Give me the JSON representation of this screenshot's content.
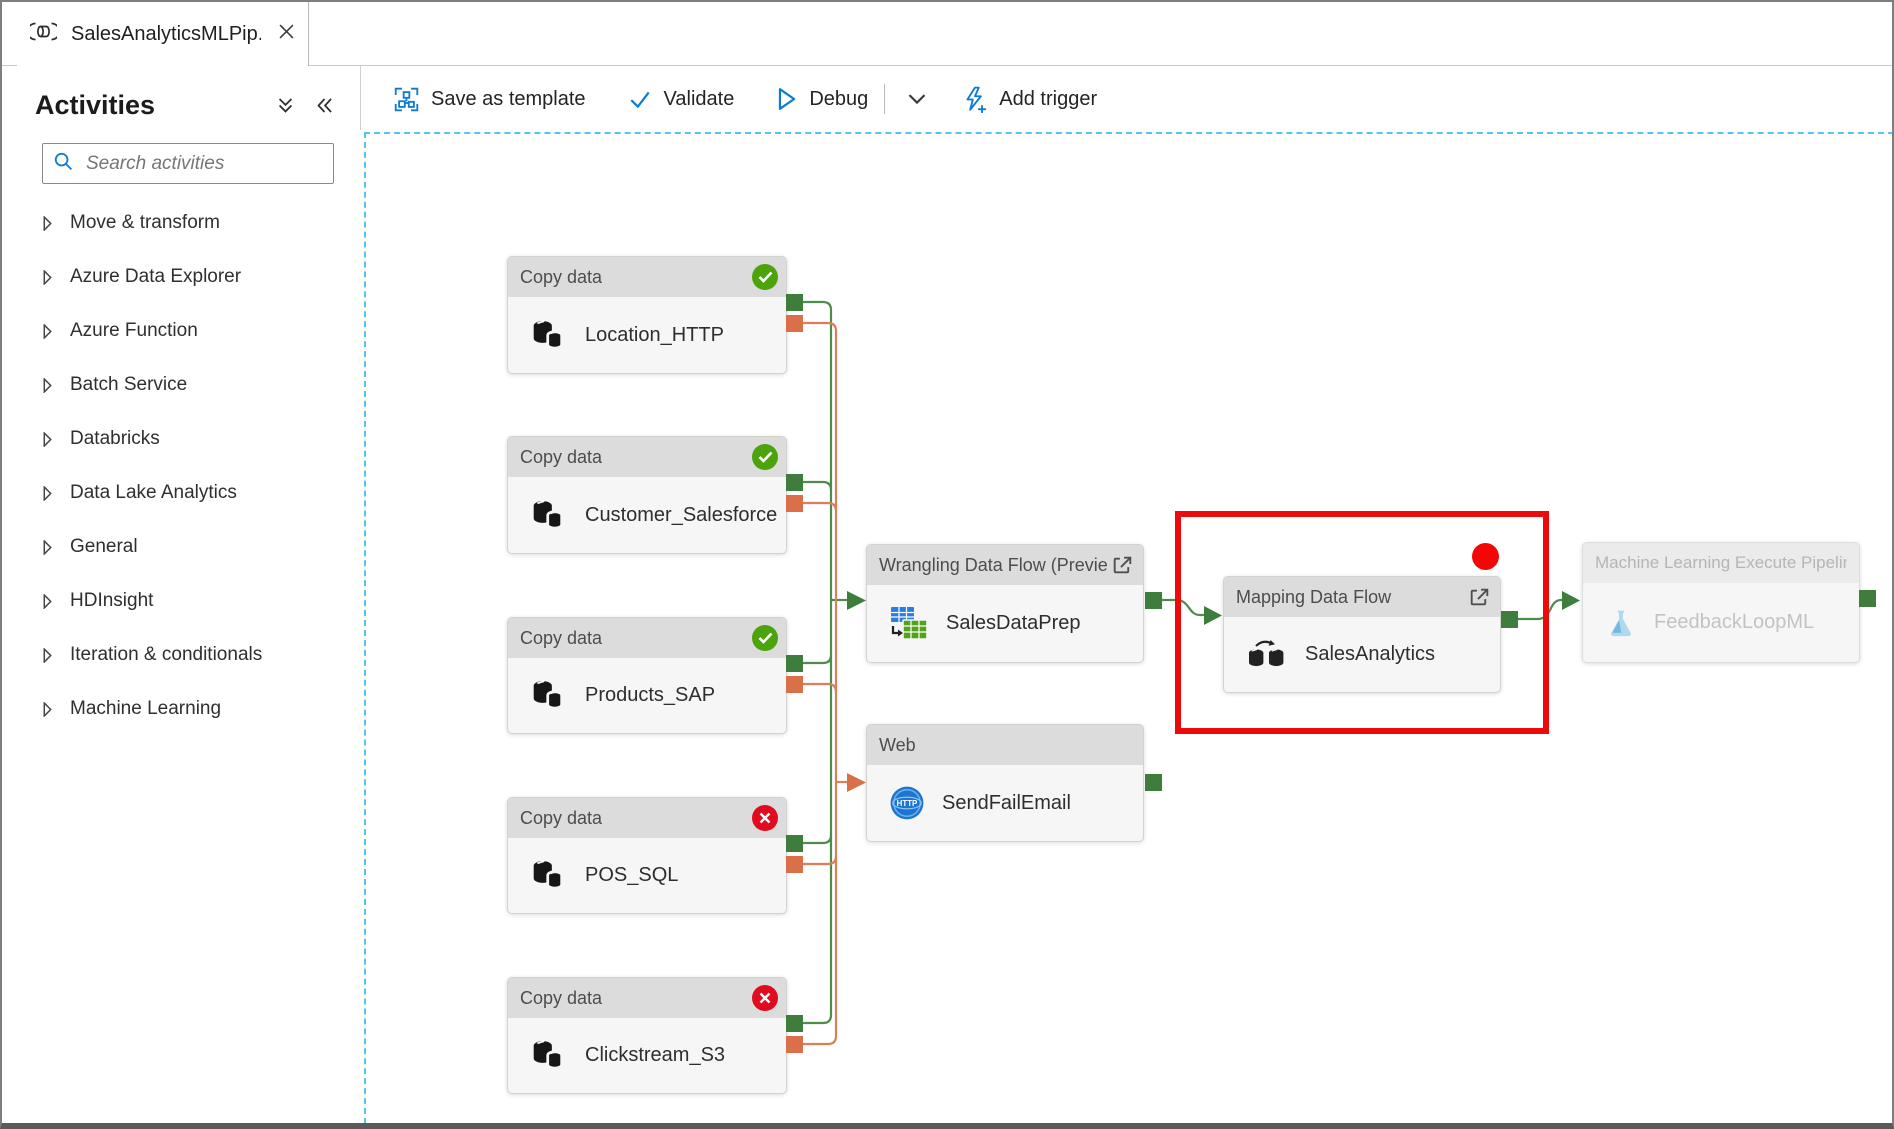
{
  "tab": {
    "title": "SalesAnalyticsMLPip...",
    "close_label": "✕"
  },
  "sidebar": {
    "title": "Activities",
    "search_placeholder": "Search activities",
    "items": [
      {
        "label": "Move & transform"
      },
      {
        "label": "Azure Data Explorer"
      },
      {
        "label": "Azure Function"
      },
      {
        "label": "Batch Service"
      },
      {
        "label": "Databricks"
      },
      {
        "label": "Data Lake Analytics"
      },
      {
        "label": "General"
      },
      {
        "label": "HDInsight"
      },
      {
        "label": "Iteration & conditionals"
      },
      {
        "label": "Machine Learning"
      }
    ]
  },
  "toolbar": {
    "items": [
      {
        "label": "Save as template"
      },
      {
        "label": "Validate"
      },
      {
        "label": "Debug"
      },
      {
        "label": "Add trigger"
      }
    ]
  },
  "canvas": {
    "nodes": [
      {
        "header": "Copy data",
        "name": "Location_HTTP",
        "status": "success"
      },
      {
        "header": "Copy data",
        "name": "Customer_Salesforce",
        "status": "success"
      },
      {
        "header": "Copy data",
        "name": "Products_SAP",
        "status": "success"
      },
      {
        "header": "Copy data",
        "name": "POS_SQL",
        "status": "error"
      },
      {
        "header": "Copy data",
        "name": "Clickstream_S3",
        "status": "error"
      },
      {
        "header": "Wrangling Data Flow (Preview",
        "name": "SalesDataPrep",
        "status": "none"
      },
      {
        "header": "Web",
        "name": "SendFailEmail",
        "status": "none"
      },
      {
        "header": "Mapping Data Flow",
        "name": "SalesAnalytics",
        "status": "none"
      },
      {
        "header": "Machine Learning Execute Pipeline",
        "name": "FeedbackLoopML",
        "status": "disabled"
      }
    ]
  },
  "colors": {
    "accent_blue": "#0b7bd6",
    "success_badge": "#4ca30b",
    "error_badge": "#e00b1e",
    "connector_success": "#3e7d3c",
    "connector_failure": "#d9704a",
    "wire_success": "#4e8c4a",
    "wire_failure": "#dd7e5b",
    "annotation_red": "#ee0a0a",
    "canvas_dash": "#4fc7f0"
  }
}
